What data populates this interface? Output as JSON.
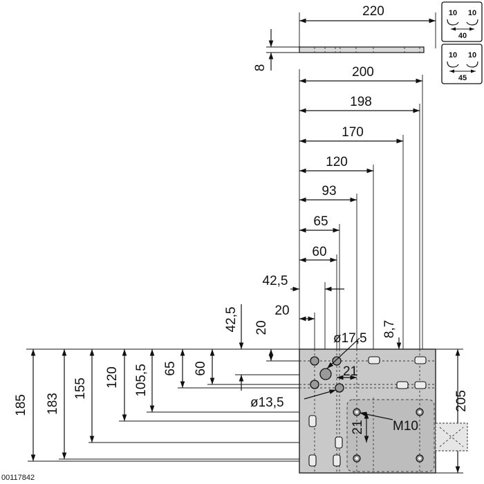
{
  "drawing_code": "00117842",
  "top_dims": {
    "plate_width": "220",
    "thickness": "8"
  },
  "horizontal_dims": [
    "200",
    "198",
    "170",
    "120",
    "93",
    "65",
    "60",
    "42,5",
    "20"
  ],
  "vertical_dims": [
    "185",
    "183",
    "155",
    "120",
    "105,5",
    "65",
    "60",
    "42,5",
    "20",
    "8,7",
    "205"
  ],
  "callouts": {
    "hole_large": "ø17,5",
    "hole_small": "ø13,5",
    "slot_gap": "21",
    "thread": "M10",
    "thread_gap": "21"
  },
  "profile_icons": [
    {
      "left": "10",
      "right": "10",
      "width": "40"
    },
    {
      "left": "10",
      "right": "10",
      "width": "45"
    }
  ]
}
